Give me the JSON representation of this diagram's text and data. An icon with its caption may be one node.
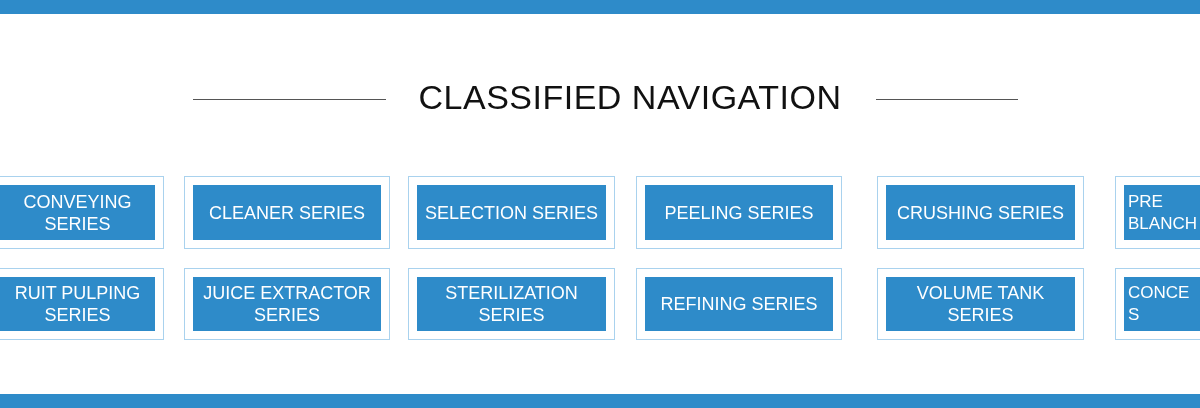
{
  "diagram": {
    "title": "CLASSIFIED NAVIGATION",
    "nodes": [
      {
        "text": [
          "CONVEYING SERIES"
        ]
      },
      {
        "text": [
          "CLEANER SERIES"
        ]
      },
      {
        "text": [
          "SELECTION SERIES"
        ]
      },
      {
        "text": [
          "PEELING SERIES"
        ]
      },
      {
        "text": [
          "CRUSHING SERIES"
        ]
      },
      {
        "text": [
          "PRE BLANCH"
        ]
      },
      {
        "text": [
          "RUIT PULPING SERIES"
        ]
      },
      {
        "text": [
          "JUICE EXTRACTOR SERIES"
        ]
      },
      {
        "text": [
          "STERILIZATION SERIES"
        ]
      },
      {
        "text": [
          "REFINING SERIES"
        ]
      },
      {
        "text": [
          "VOLUME TANK SERIES"
        ]
      },
      {
        "text": [
          "CONCE S"
        ]
      }
    ]
  }
}
